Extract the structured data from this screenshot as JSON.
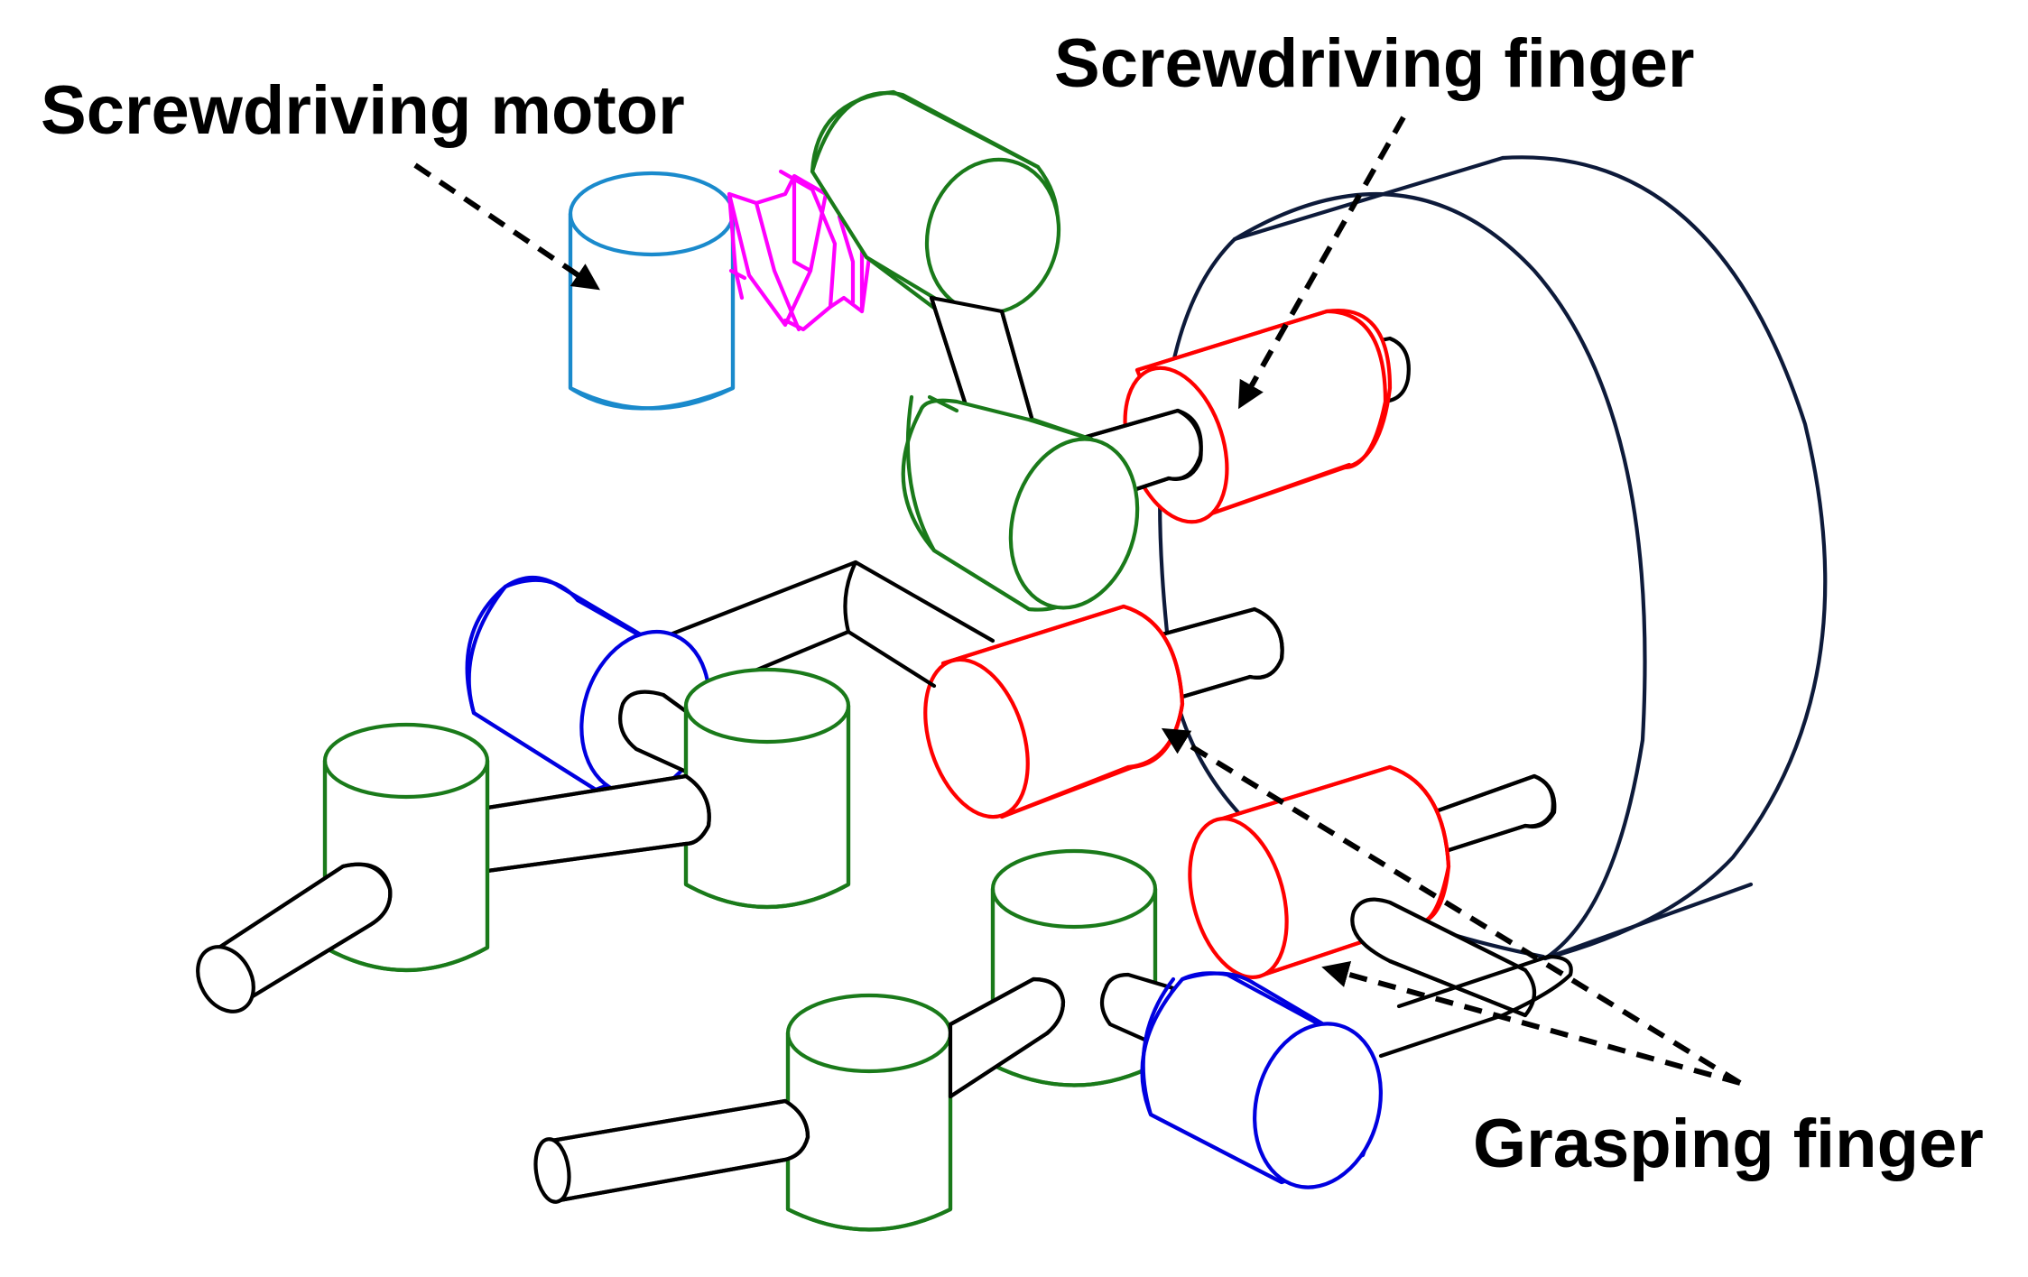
{
  "labels": {
    "screwdriving_motor": "Screwdriving motor",
    "screwdriving_finger": "Screwdriving finger",
    "grasping_finger": "Grasping finger"
  },
  "colors": {
    "background": "#ffffff",
    "palm": "#0d1a3a",
    "link": "#000000",
    "joint_green": "#1a7a1a",
    "finger_red": "#ff0000",
    "finger_blue": "#0000e0",
    "motor_blue": "#1a8acc",
    "gear_magenta": "#ff00ff",
    "arrow": "#000000"
  }
}
